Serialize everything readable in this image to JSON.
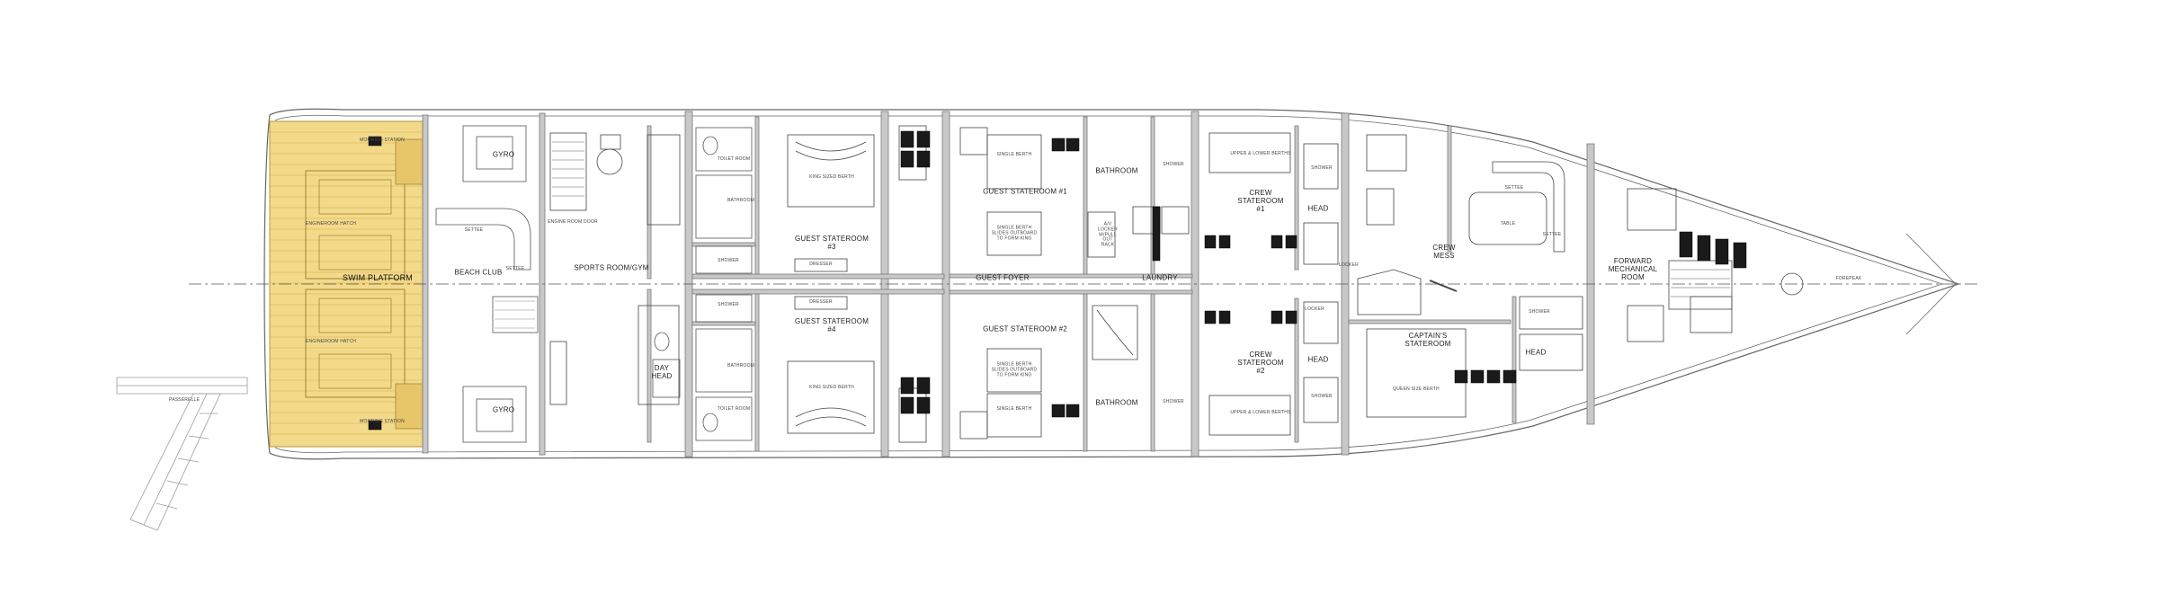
{
  "plan": {
    "colors": {
      "swim_platform_deck": "#f3d98a",
      "deck_planks": "#d8b04a",
      "walls": "#7a7a7a",
      "wall_fill": "#c8c8c8"
    },
    "labels": {
      "swim_platform": "SWIM PLATFORM",
      "mooring_station_top": "MOORING STATION",
      "mooring_station_bottom": "MOORING STATION",
      "engine_room_hatch_top": "ENGINEROOM HATCH",
      "engine_room_hatch_bottom": "ENGINEROOM HATCH",
      "passerelle": "PASSERELLE",
      "gyro_top": "GYRO",
      "gyro_bottom": "GYRO",
      "settee_beach_1": "SETTEE",
      "settee_beach_2": "SETTEE",
      "beach_club": "BEACH CLUB",
      "engine_room_door": "ENGINE ROOM DOOR",
      "sports_room": "SPORTS ROOM/GYM",
      "day_head": "DAY\nHEAD",
      "toilet_room_top": "TOILET ROOM",
      "toilet_room_bottom": "TOILET ROOM",
      "bathroom_s3": "BATHROOM",
      "bathroom_s4": "BATHROOM",
      "shower_s3": "SHOWER",
      "shower_s4": "SHOWER",
      "king_berth_3": "KING SIZED BERTH",
      "king_berth_4": "KING SIZED BERTH",
      "guest_stateroom_3": "GUEST STATEROOM\n#3",
      "guest_stateroom_4": "GUEST STATEROOM\n#4",
      "dresser_top": "DRESSER",
      "dresser_bottom": "DRESSER",
      "guest_foyer": "GUEST FOYER",
      "single_berth_1": "SINGLE BERTH",
      "guest_stateroom_1": "GUEST STATEROOM #1",
      "single_berth_slides_1": "SINGLE BERTH\nSLIDES OUTBOARD\nTO FORM KING",
      "guest_stateroom_2": "GUEST STATEROOM #2",
      "single_berth_slides_2": "SINGLE BERTH\nSLIDES OUTBOARD\nTO FORM KING",
      "single_berth_2": "SINGLE BERTH",
      "bathroom_g1": "BATHROOM",
      "bathroom_g2": "BATHROOM",
      "av_locker": "A/V\nLOCKER\nW/PULL\nOUT\nRACK",
      "laundry": "LAUNDRY",
      "shower_g1": "SHOWER",
      "shower_g2": "SHOWER",
      "upper_lower_berths_1": "UPPER & LOWER BERTHS",
      "upper_lower_berths_2": "UPPER & LOWER BERTHS",
      "crew_stateroom_1": "CREW\nSTATEROOM\n#1",
      "crew_stateroom_2": "CREW\nSTATEROOM\n#2",
      "shower_c1": "SHOWER",
      "shower_c2": "SHOWER",
      "head_c1": "HEAD",
      "head_c2": "HEAD",
      "locker_1": "LOCKER",
      "locker_2": "LOCKER",
      "captains_stateroom": "CAPTAIN'S\nSTATEROOM",
      "queen_berth": "QUEEN SIZE BERTH",
      "crew_mess": "CREW\nMESS",
      "table": "TABLE",
      "settee_mess_1": "SETTEE",
      "settee_mess_2": "SETTEE",
      "shower_capt": "SHOWER",
      "head_capt": "HEAD",
      "forward_mech": "FORWARD\nMECHANICAL\nROOM",
      "forepeak": "FOREPEAK"
    }
  }
}
